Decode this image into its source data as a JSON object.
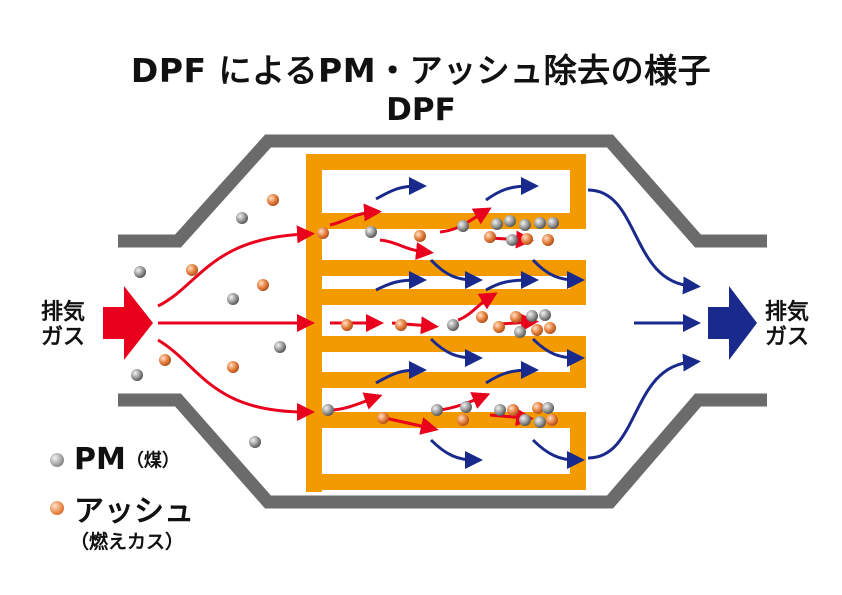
{
  "title": "DPF によるPM・アッシュ除去の様子",
  "subtitle": "DPF",
  "inlet_label": [
    "排気",
    "ガス"
  ],
  "outlet_label": [
    "排気",
    "ガス"
  ],
  "legend": {
    "pm": {
      "label": "PM",
      "note": "（煤）"
    },
    "ash": {
      "label": "アッシュ",
      "note": "（燃えカス）"
    }
  },
  "colors": {
    "housing": "#6b6b6b",
    "filter": "#f39a00",
    "inflow_arrow": "#e8001c",
    "outflow_arrow": "#1a2a8c",
    "pm_particle": "#8c8c8c",
    "ash_particle": "#e0763a"
  }
}
